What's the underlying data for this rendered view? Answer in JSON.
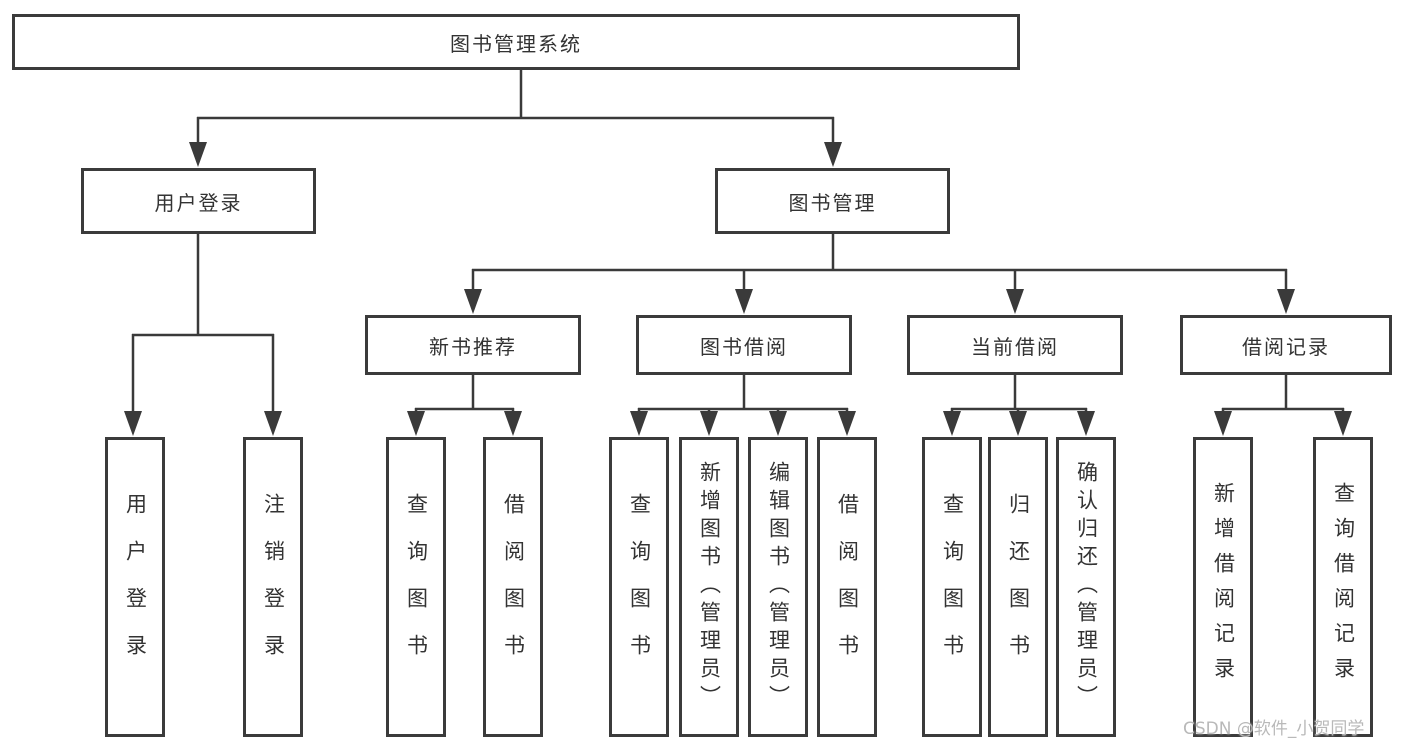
{
  "diagram": {
    "type": "hierarchy-tree",
    "root": "root",
    "edges": [
      [
        "root",
        "user_login"
      ],
      [
        "root",
        "book_management"
      ],
      [
        "user_login",
        "user_login_leaf"
      ],
      [
        "user_login",
        "logout_leaf"
      ],
      [
        "book_management",
        "new_book_recommend"
      ],
      [
        "book_management",
        "book_borrow"
      ],
      [
        "book_management",
        "current_borrow"
      ],
      [
        "book_management",
        "borrow_records"
      ],
      [
        "new_book_recommend",
        "nbr_query_books"
      ],
      [
        "new_book_recommend",
        "nbr_borrow_books"
      ],
      [
        "book_borrow",
        "bb_query_books"
      ],
      [
        "book_borrow",
        "bb_add_books"
      ],
      [
        "book_borrow",
        "bb_edit_books"
      ],
      [
        "book_borrow",
        "bb_borrow_books"
      ],
      [
        "current_borrow",
        "cb_query_books"
      ],
      [
        "current_borrow",
        "cb_return_books"
      ],
      [
        "current_borrow",
        "cb_confirm_return"
      ],
      [
        "borrow_records",
        "br_add_record"
      ],
      [
        "borrow_records",
        "br_query_record"
      ]
    ]
  },
  "nodes": {
    "root": {
      "label": "图书管理系统",
      "level": 1
    },
    "user_login": {
      "label": "用户登录",
      "level": 2
    },
    "book_management": {
      "label": "图书管理",
      "level": 2
    },
    "new_book_recommend": {
      "label": "新书推荐",
      "level": 3
    },
    "book_borrow": {
      "label": "图书借阅",
      "level": 3
    },
    "current_borrow": {
      "label": "当前借阅",
      "level": 3
    },
    "borrow_records": {
      "label": "借阅记录",
      "level": 3
    },
    "user_login_leaf": {
      "label": "用户登录",
      "level": 4
    },
    "logout_leaf": {
      "label": "注销登录",
      "level": 4
    },
    "nbr_query_books": {
      "label": "查询图书",
      "level": 4
    },
    "nbr_borrow_books": {
      "label": "借阅图书",
      "level": 4
    },
    "bb_query_books": {
      "label": "查询图书",
      "level": 4
    },
    "bb_add_books": {
      "label": "新增图书（管理员）",
      "level": 4
    },
    "bb_edit_books": {
      "label": "编辑图书（管理员）",
      "level": 4
    },
    "bb_borrow_books": {
      "label": "借阅图书",
      "level": 4
    },
    "cb_query_books": {
      "label": "查询图书",
      "level": 4
    },
    "cb_return_books": {
      "label": "归还图书",
      "level": 4
    },
    "cb_confirm_return": {
      "label": "确认归还（管理员）",
      "level": 4
    },
    "br_add_record": {
      "label": "新增借阅记录",
      "level": 4
    },
    "br_query_record": {
      "label": "查询借阅记录",
      "level": 4
    }
  },
  "watermark": {
    "text": "CSDN @软件_小贺同学"
  },
  "colors": {
    "line": "#3a3a3a",
    "box_border": "#3b3b3b",
    "box_bg": "#ffffff",
    "text": "#333333",
    "watermark": "#b9b9b9",
    "background": "#ffffff"
  }
}
